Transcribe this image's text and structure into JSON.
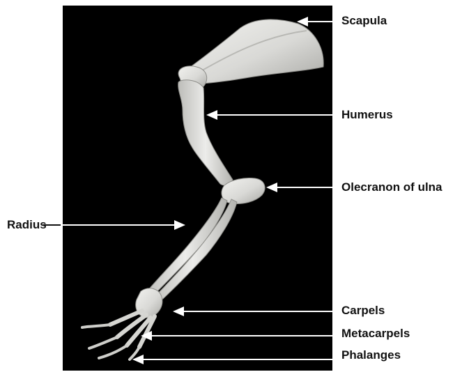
{
  "figure": {
    "background_color": "#ffffff",
    "photo_background_color": "#000000",
    "bone_color": "#d9d9d6",
    "arrow_color": "#ffffff"
  },
  "labels": {
    "scapula": "Scapula",
    "humerus": "Humerus",
    "olecranon": "Olecranon of ulna",
    "radius": "Radius",
    "carpels": "Carpels",
    "metacarpels": "Metacarpels",
    "phalanges": "Phalanges"
  }
}
